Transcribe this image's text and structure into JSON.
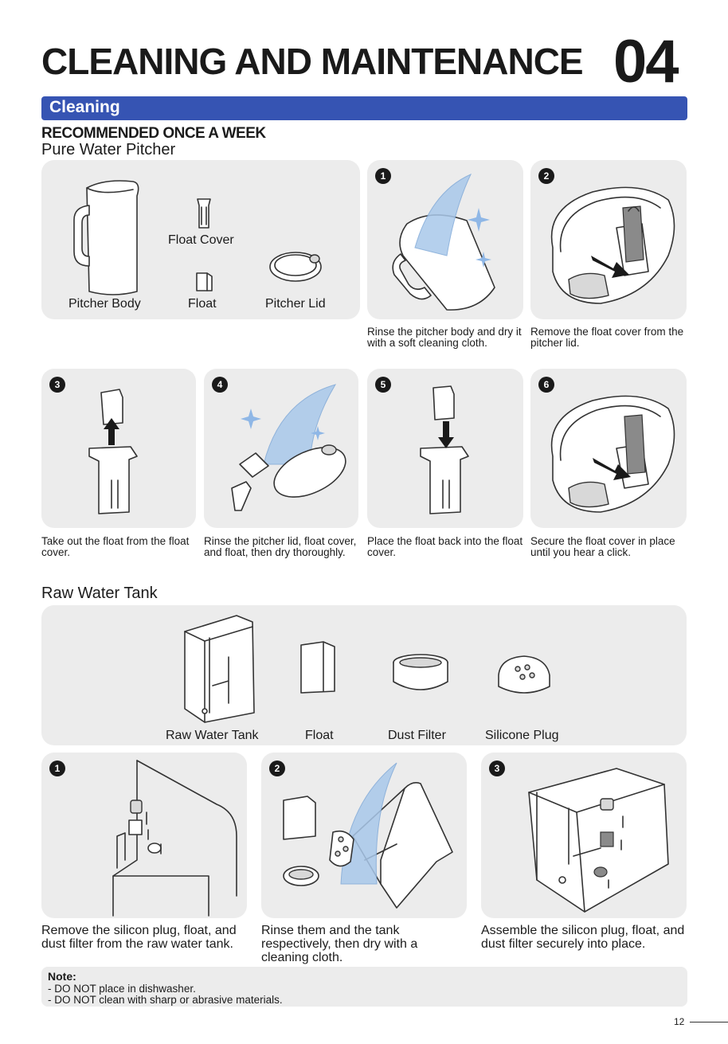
{
  "header": {
    "title": "CLEANING AND MAINTENANCE",
    "chapter": "04"
  },
  "section": {
    "band": "Cleaning",
    "frequency": "RECOMMENDED ONCE A WEEK"
  },
  "pitcher": {
    "heading": "Pure Water Pitcher",
    "parts": {
      "body": "Pitcher Body",
      "float_cover": "Float Cover",
      "float": "Float",
      "lid": "Pitcher Lid"
    },
    "steps": [
      {
        "num": "1",
        "text": "Rinse the pitcher body and dry it with a soft cleaning cloth."
      },
      {
        "num": "2",
        "text": "Remove the float cover from the pitcher lid."
      },
      {
        "num": "3",
        "text": "Take out the float from the float cover."
      },
      {
        "num": "4",
        "text": "Rinse the pitcher lid, float cover, and float, then dry thoroughly."
      },
      {
        "num": "5",
        "text": "Place the float back into the float cover."
      },
      {
        "num": "6",
        "text": "Secure the float cover in place until you hear a click."
      }
    ]
  },
  "tank": {
    "heading": "Raw Water Tank",
    "parts": {
      "tank": "Raw Water Tank",
      "float": "Float",
      "dust_filter": "Dust Filter",
      "plug": "Silicone Plug"
    },
    "steps": [
      {
        "num": "1",
        "text": "Remove the silicon plug, float, and dust filter from the raw water tank."
      },
      {
        "num": "2",
        "text": "Rinse them and the tank respectively, then dry with a cleaning cloth."
      },
      {
        "num": "3",
        "text": "Assemble the silicon plug, float, and dust filter securely into place."
      }
    ]
  },
  "note": {
    "title": "Note:",
    "lines": [
      "- DO NOT place in dishwasher.",
      "- DO NOT clean with sharp or abrasive materials."
    ]
  },
  "page_number": "12",
  "icons": [
    "pitcher-body-icon",
    "float-cover-icon",
    "float-icon",
    "pitcher-lid-icon",
    "sparkle-icon",
    "arrow-icon",
    "raw-water-tank-icon",
    "dust-filter-icon",
    "silicone-plug-icon"
  ]
}
